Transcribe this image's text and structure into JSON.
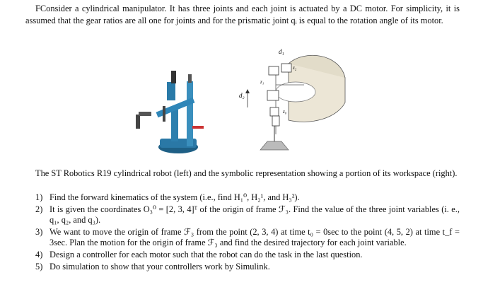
{
  "intro_text": "FConsider a cylindrical manipulator. It has three joints and each joint is actuated by a DC motor. For simplicity, it is assumed that the gear ratios are all one for joints and for the prismatic joint qᵢ is equal to the rotation angle of its motor.",
  "figure": {
    "label_d1": "d₁",
    "label_d2": "d₂",
    "label_z1": "z₁",
    "label_z2": "z₂",
    "label_z0": "z₀"
  },
  "caption": "The ST Robotics R19 cylindrical robot (left) and the symbolic representation showing a portion of its workspace (right).",
  "questions": [
    {
      "num": "1)",
      "text": "Find the forward kinematics of the system (i.e., find H₁⁰, H₂¹, and H₃²)."
    },
    {
      "num": "2)",
      "text": "It is given the coordinates O₃⁰ = [2, 3, 4]ᵀ of the origin of frame ℱ₃. Find the value of the three joint variables (i. e., q₁, q₂, and q₃)."
    },
    {
      "num": "3)",
      "text": "We want to move the origin of frame ℱ₃ from the point (2, 3, 4) at time t₀ = 0sec to the point (4, 5, 2) at time t_f = 3sec. Plan the motion for the origin of frame ℱ₃ and find the desired trajectory for each joint variable."
    },
    {
      "num": "4)",
      "text": "Design a controller for each motor such that the robot can do the task in the last question."
    },
    {
      "num": "5)",
      "text": "Do simulation to show that your controllers work by Simulink."
    }
  ]
}
